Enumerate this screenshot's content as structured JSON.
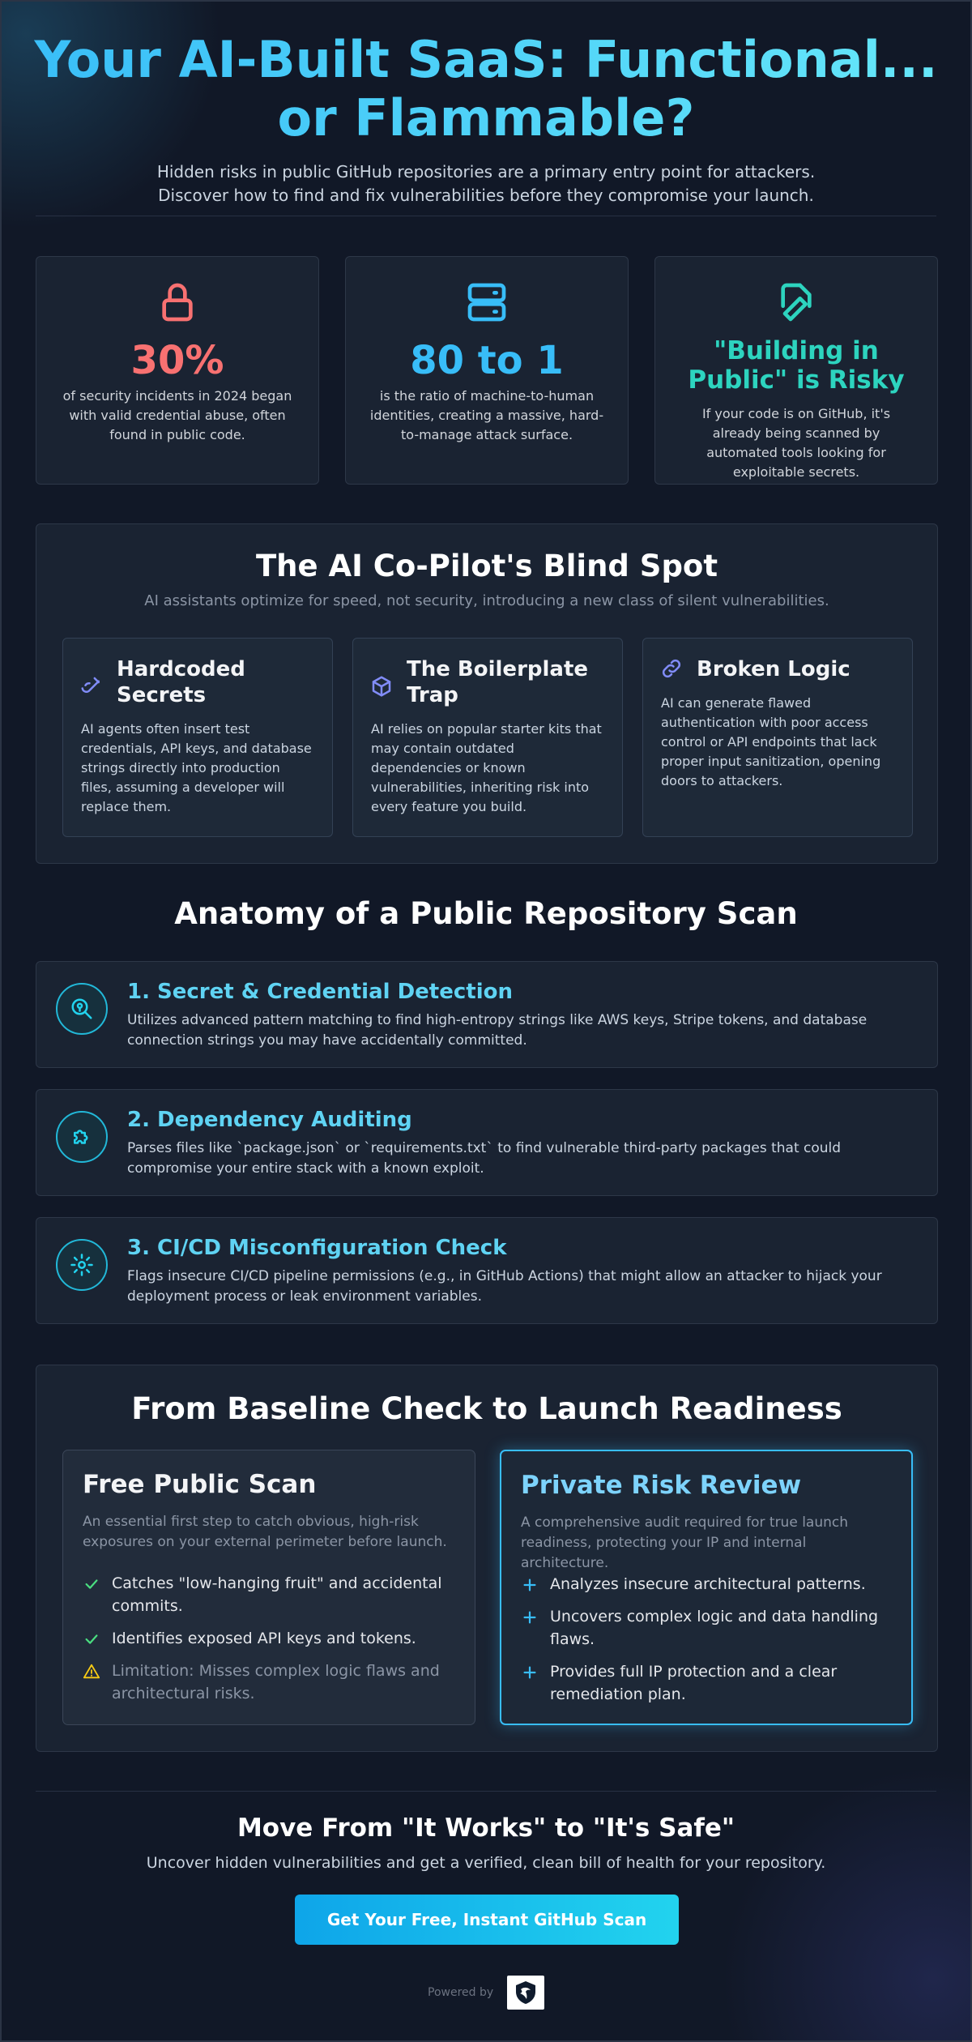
{
  "hero": {
    "title_line1": "Your AI-Built SaaS: Functional...",
    "title_line2": "or Flammable?",
    "sub_line1": "Hidden risks in public GitHub repositories are a primary entry point for attackers.",
    "sub_line2": "Discover how to find and fix vulnerabilities before they compromise your launch."
  },
  "stats": [
    {
      "icon": "lock-icon",
      "value": "30%",
      "color": "#f87171",
      "desc": "of security incidents in 2024 began with valid credential abuse, often found in public code."
    },
    {
      "icon": "server-icon",
      "value": "80 to 1",
      "color": "#38bdf8",
      "desc": "is the ratio of machine-to-human identities, creating a massive, hard-to-manage attack surface."
    },
    {
      "icon": "file-signature-icon",
      "value": "\"Building in Public\" is Risky",
      "color": "#2dd4bf",
      "desc": "If your code is on GitHub, it's already being scanned by automated tools looking for exploitable secrets."
    }
  ],
  "blind_spot": {
    "title": "The AI Co-Pilot's Blind Spot",
    "subtitle": "AI assistants optimize for speed, not security, introducing a new class of silent vulnerabilities.",
    "cards": [
      {
        "icon": "key-icon",
        "title": "Hardcoded Secrets",
        "desc": "AI agents often insert test credentials, API keys, and database strings directly into production files, assuming a developer will replace them."
      },
      {
        "icon": "box-icon",
        "title": "The Boilerplate Trap",
        "desc": "AI relies on popular starter kits that may contain outdated dependencies or known vulnerabilities, inheriting risk into every feature you build."
      },
      {
        "icon": "link-icon",
        "title": "Broken Logic",
        "desc": "AI can generate flawed authentication with poor access control or API endpoints that lack proper input sanitization, opening doors to attackers."
      }
    ]
  },
  "anatomy": {
    "title": "Anatomy of a Public Repository Scan",
    "steps": [
      {
        "icon": "search-key-icon",
        "title": "1. Secret & Credential Detection",
        "desc": "Utilizes advanced pattern matching to find high-entropy strings like AWS keys, Stripe tokens, and database connection strings you may have accidentally committed."
      },
      {
        "icon": "puzzle-icon",
        "title": "2. Dependency Auditing",
        "desc": "Parses files like `package.json` or `requirements.txt` to find vulnerable third-party packages that could compromise your entire stack with a known exploit."
      },
      {
        "icon": "gear-icon",
        "title": "3. CI/CD Misconfiguration Check",
        "desc": "Flags insecure CI/CD pipeline permissions (e.g., in GitHub Actions) that might allow an attacker to hijack your deployment process or leak environment variables."
      }
    ]
  },
  "plans": {
    "title": "From Baseline Check to Launch Readiness",
    "free": {
      "title": "Free Public Scan",
      "desc": "An essential first step to catch obvious, high-risk exposures on your external perimeter before launch.",
      "items": [
        "Catches \"low-hanging fruit\" and accidental commits.",
        "Identifies exposed API keys and tokens.",
        "Limitation: Misses complex logic flaws and architectural risks."
      ]
    },
    "private": {
      "title": "Private Risk Review",
      "desc": "A comprehensive audit required for true launch readiness, protecting your IP and internal architecture.",
      "items": [
        "Analyzes insecure architectural patterns.",
        "Uncovers complex logic and data handling flaws.",
        "Provides full IP protection and a clear remediation plan."
      ]
    }
  },
  "cta": {
    "title": "Move From \"It Works\" to \"It's Safe\"",
    "subtitle": "Uncover hidden vulnerabilities and get a verified, clean bill of health for your repository.",
    "button": "Get Your Free, Instant GitHub Scan",
    "powered_by": "Powered by"
  },
  "colors": {
    "accent": "#38bdf8",
    "danger": "#f87171",
    "success": "#4ade80",
    "warning": "#facc15",
    "teal": "#2dd4bf",
    "purple": "#818cf8"
  }
}
